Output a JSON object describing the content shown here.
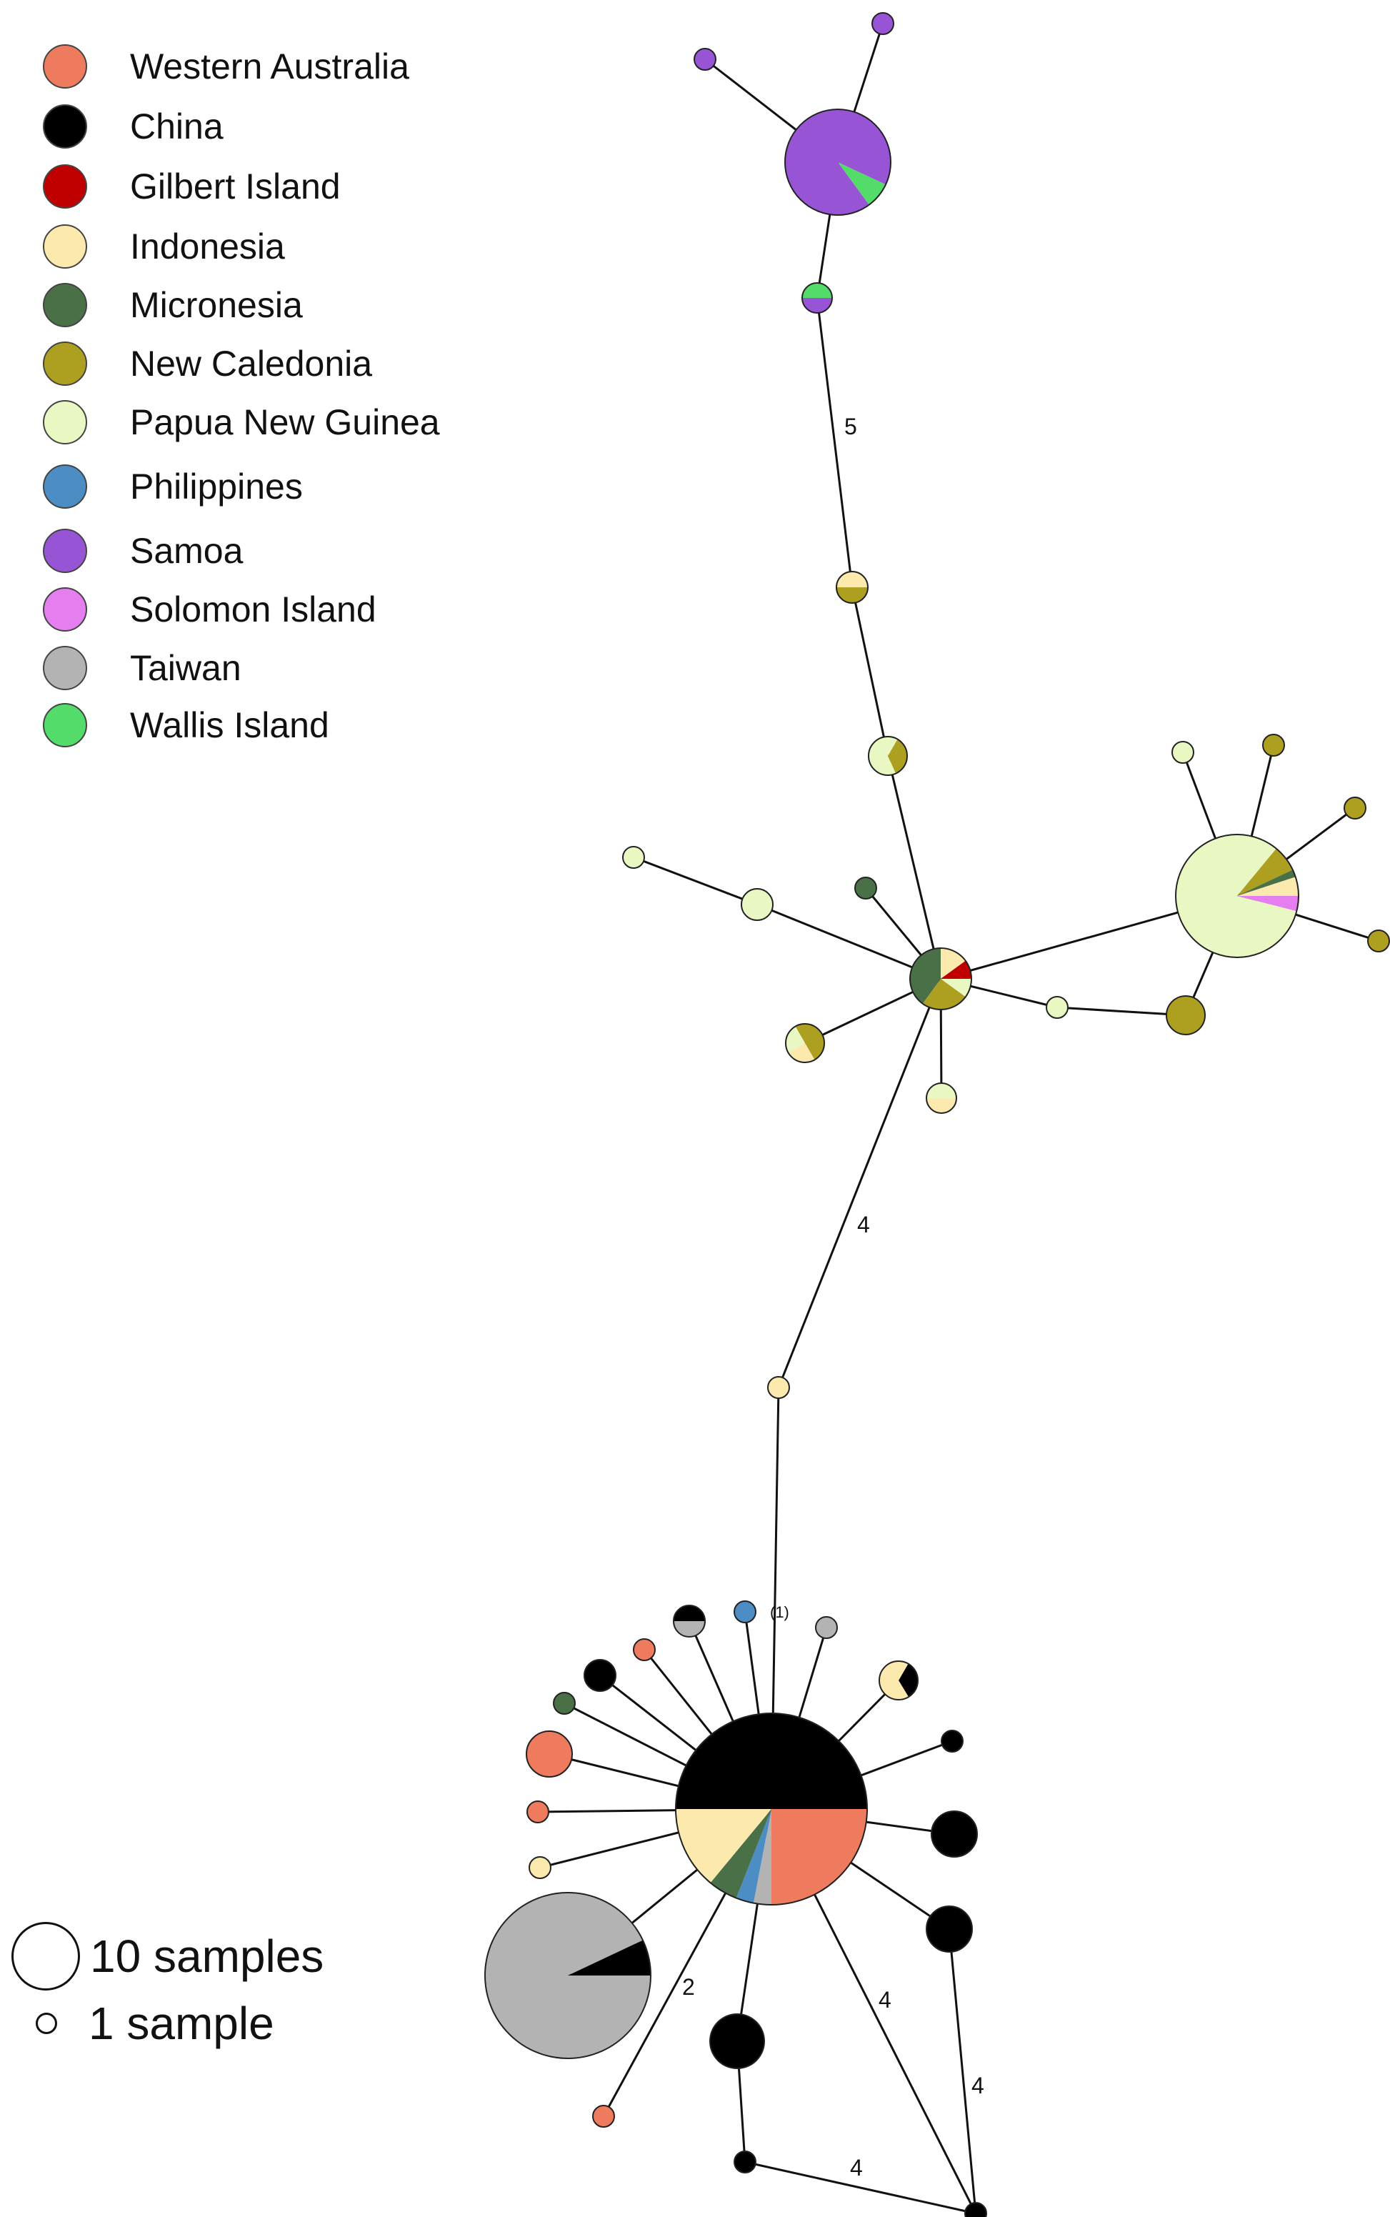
{
  "legend": {
    "items": [
      {
        "label": "Western Australia",
        "color": "#EE7B5E"
      },
      {
        "label": "China",
        "color": "#000000"
      },
      {
        "label": "Gilbert Island",
        "color": "#C00000"
      },
      {
        "label": "Indonesia",
        "color": "#FCE9AE"
      },
      {
        "label": "Micronesia",
        "color": "#4A7048"
      },
      {
        "label": "New Caledonia",
        "color": "#ADA021"
      },
      {
        "label": "Papua New Guinea",
        "color": "#E9F8C2"
      },
      {
        "label": "Philippines",
        "color": "#4C8DC4"
      },
      {
        "label": "Samoa",
        "color": "#9755D6"
      },
      {
        "label": "Solomon Island",
        "color": "#E57EEF"
      },
      {
        "label": "Taiwan",
        "color": "#B3B3B3"
      },
      {
        "label": "Wallis Island",
        "color": "#53DC69"
      }
    ]
  },
  "size_key": {
    "large_label": "10 samples",
    "small_label": "1 sample"
  },
  "edge_labels": {
    "e5": "5",
    "e4_mid": "4",
    "e1": "(1)",
    "e2": "2",
    "e4_a": "4",
    "e4_b": "4",
    "e4_c": "4"
  },
  "chart_data": {
    "type": "network",
    "note": "Haplotype network; node area proportional to sample count",
    "nodes": [
      {
        "id": "samoa_main",
        "samples": 10,
        "composition": {
          "Samoa": 0.92,
          "Wallis Island": 0.08
        }
      },
      {
        "id": "samoa_leaf1",
        "samples": 1,
        "composition": {
          "Samoa": 1
        }
      },
      {
        "id": "samoa_leaf2",
        "samples": 1,
        "composition": {
          "Samoa": 1
        }
      },
      {
        "id": "samoa_wallis",
        "samples": 1,
        "composition": {
          "Samoa": 0.5,
          "Wallis Island": 0.5
        }
      },
      {
        "id": "nc_ind_1",
        "samples": 1,
        "composition": {
          "New Caledonia": 0.5,
          "Indonesia": 0.5
        }
      },
      {
        "id": "nc_png_1",
        "samples": 2,
        "composition": {
          "New Caledonia": 0.35,
          "Papua New Guinea": 0.65
        }
      },
      {
        "id": "central_hub",
        "samples": 4,
        "composition": {
          "Micronesia": 0.4,
          "New Caledonia": 0.25,
          "Papua New Guinea": 0.1,
          "Gilbert Island": 0.1,
          "Indonesia": 0.15
        }
      },
      {
        "id": "png_main",
        "samples": 12,
        "composition": {
          "Papua New Guinea": 0.82,
          "New Caledonia": 0.07,
          "Micronesia": 0.02,
          "Indonesia": 0.05,
          "Solomon Island": 0.04
        }
      },
      {
        "id": "main_hub",
        "samples": 30,
        "composition": {
          "China": 0.5,
          "Western Australia": 0.25,
          "Taiwan": 0.03,
          "Philippines": 0.03,
          "Micronesia": 0.05,
          "Indonesia": 0.14
        }
      },
      {
        "id": "taiwan_main",
        "samples": 17,
        "composition": {
          "Taiwan": 0.93,
          "China": 0.07
        }
      }
    ],
    "edge_mutation_counts": [
      "5",
      "4",
      "(1)",
      "2",
      "4",
      "4",
      "4"
    ]
  }
}
